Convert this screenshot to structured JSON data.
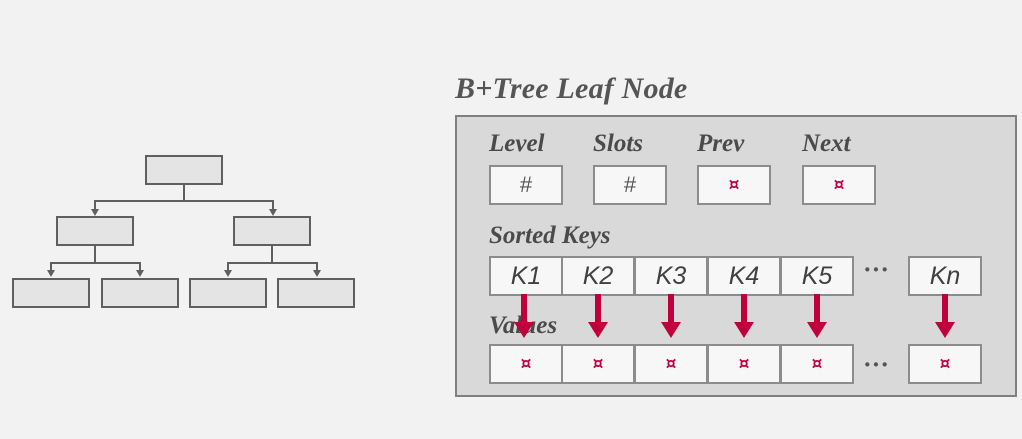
{
  "leaf_title": "B+Tree Leaf Node",
  "header_labels": [
    "Level",
    "Slots",
    "Prev",
    "Next"
  ],
  "header_values": [
    "#",
    "#",
    "¤",
    "¤"
  ],
  "sorted_keys_label": "Sorted Keys",
  "keys": [
    "K1",
    "K2",
    "K3",
    "K4",
    "K5",
    "Kn"
  ],
  "values_label": "Values",
  "value_symbol": "¤",
  "ellipsis": "···",
  "colors": {
    "pointer": "#c0003c",
    "leaf_bg": "#d9d9d9",
    "tree_node": "#e4e4e4"
  }
}
